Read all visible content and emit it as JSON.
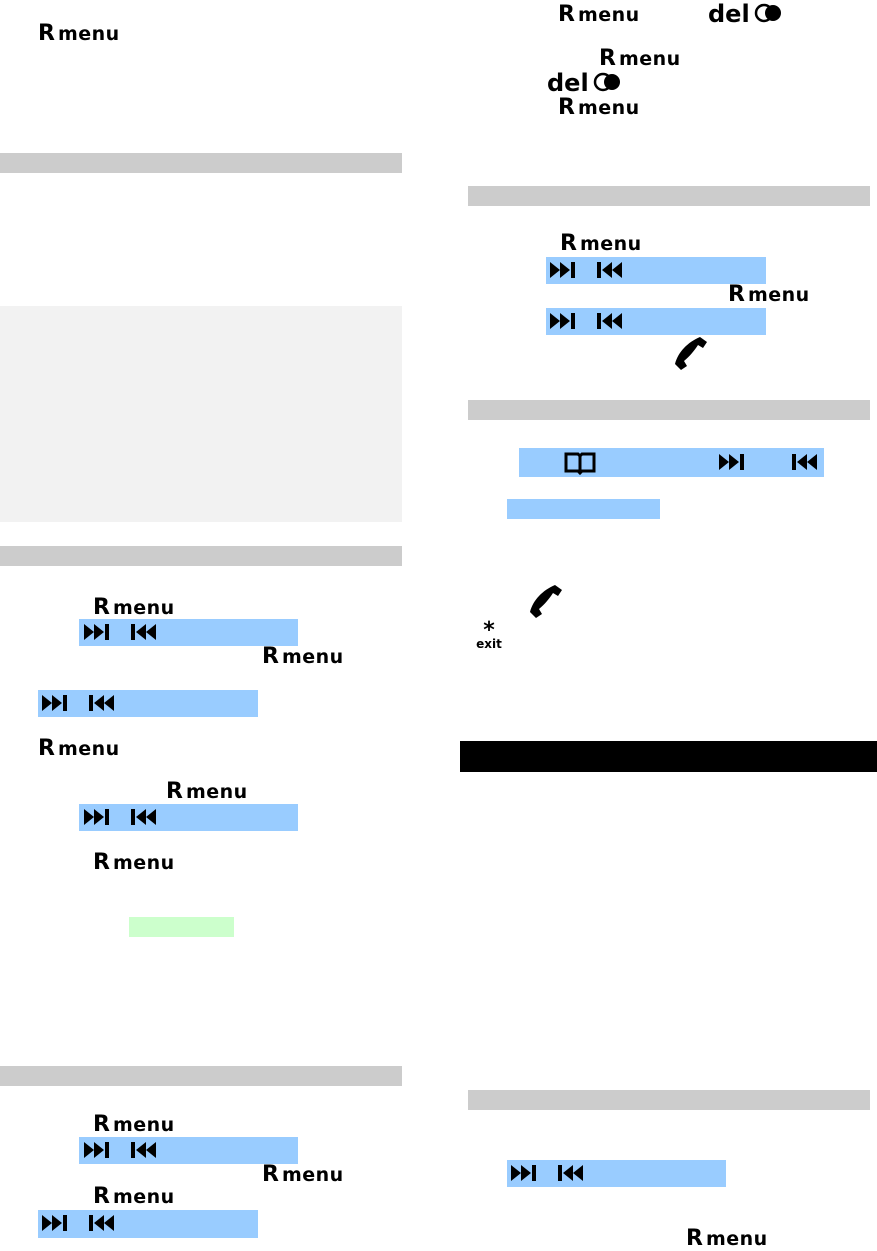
{
  "keys": {
    "r_letter": "R",
    "menu_word": "menu",
    "del_word": "del",
    "exit_star": "*",
    "exit_word": "exit"
  },
  "icons": {
    "forward": "skip-forward-icon",
    "back": "skip-back-icon",
    "phone": "phone-handset-icon",
    "book": "phonebook-icon",
    "delete": "delete-dot-icon"
  },
  "colors": {
    "section_bar": "#cccccc",
    "highlight_blue": "#99ccff",
    "highlight_green": "#ccffcc",
    "panel_gray": "#f2f2f2",
    "header_black": "#000000"
  }
}
